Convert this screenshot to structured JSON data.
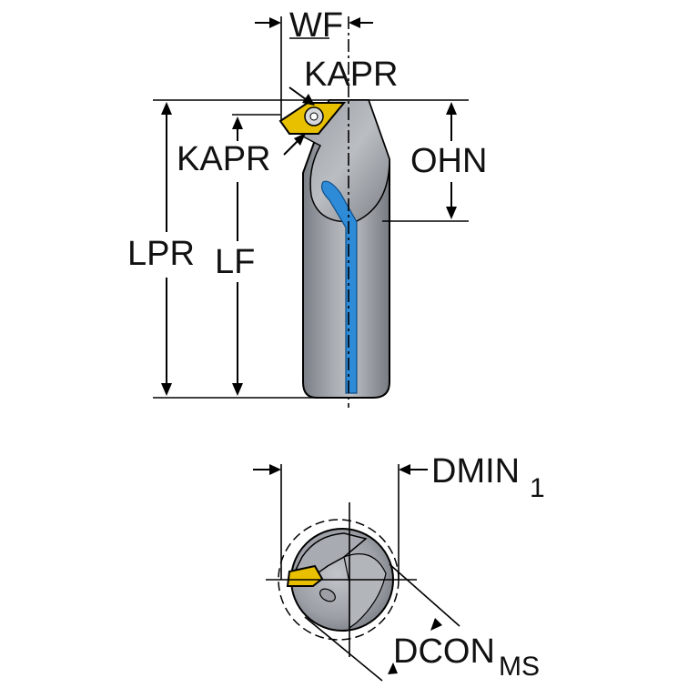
{
  "labels": {
    "wf": "WF",
    "kapr_top": "KAPR",
    "kapr_left": "KAPR",
    "ohn": "OHN",
    "lpr": "LPR",
    "lf": "LF",
    "dmin": "DMIN",
    "dmin_sub": "1",
    "dcon": "DCON",
    "dcon_sub": "MS"
  },
  "colors": {
    "body": "#8C9096",
    "body_light": "#B4B8BE",
    "body_dark": "#6A6E75",
    "coolant": "#2E8BD8",
    "insert": "#E8C000",
    "line": "#000000"
  }
}
